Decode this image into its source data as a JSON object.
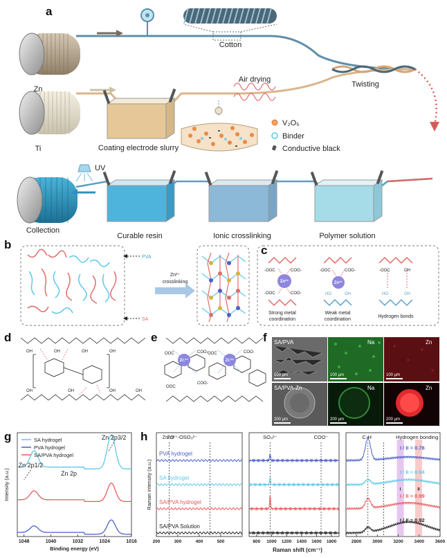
{
  "a": {
    "panel": "a",
    "cotton": "Cotton",
    "zn": "Zn",
    "ti": "Ti",
    "air_drying": "Air drying",
    "twisting": "Twisting",
    "coating": "Coating electrode slurry",
    "legend_v2o5": "V₂O₅",
    "legend_binder": "Binder",
    "legend_cb": "Conductive black",
    "uv": "UV",
    "collection": "Collection",
    "curable_resin": "Curable resin",
    "ionic": "Ionic crosslinking",
    "polymer": "Polymer solution"
  },
  "b": {
    "panel": "b",
    "pva": "PVA",
    "sa": "SA",
    "arrow1": "Zn²⁺",
    "arrow2": "crosslinking"
  },
  "c": {
    "panel": "c",
    "strong1": "Strong metal",
    "strong2": "coordination",
    "weak1": "Weak metal",
    "weak2": "coordination",
    "hbond": "Hydrogen bonds",
    "zn2": "Zn²⁺",
    "ooc": "-OOC",
    "coo": "COO-",
    "ho": "HO",
    "oh": "OH"
  },
  "d": {
    "panel": "d",
    "oh": "OH"
  },
  "e": {
    "panel": "e",
    "zn2": "Zn²⁺",
    "coo": "COO-",
    "ooc": "OOC"
  },
  "f": {
    "panel": "f",
    "row1_label": "SA/PVA",
    "row2_label": "SA/PVA-Zn",
    "na": "Na",
    "zn": "Zn",
    "scale1": "100 μm",
    "scale2": "200 μm"
  },
  "colors": {
    "sa": "#5ec8e8",
    "pva": "#4a5fc8",
    "sapva": "#e8595c",
    "solution": "#222222",
    "na_map": "#2e9e3c",
    "zn_map": "#d8262b"
  },
  "chart_data": [
    {
      "type": "line",
      "panel": "g",
      "title": "Zn 2p",
      "peak_labels": [
        "Zn 2p1/2",
        "Zn 2p3/2"
      ],
      "xlabel": "Binding energy (eV)",
      "ylabel": "Intensity (a.u.)",
      "xlim": [
        1050,
        1016
      ],
      "x_ticks": [
        1048,
        1040,
        1032,
        1024,
        1016
      ],
      "legend": "top-left",
      "series": [
        {
          "name": "SA  hydrogel",
          "color": "#5ec8e8",
          "offset": 2.2,
          "peaks": [
            [
              1045.0,
              0.55
            ],
            [
              1022.0,
              1.15
            ]
          ]
        },
        {
          "name": "PVA  hydrogel",
          "color": "#4a5fc8",
          "offset": 0.0,
          "peaks": [
            [
              1045.0,
              0.22
            ],
            [
              1022.0,
              0.48
            ]
          ]
        },
        {
          "name": "SA/PVA hydrogel",
          "color": "#e8595c",
          "offset": 1.1,
          "peaks": [
            [
              1045.0,
              0.3
            ],
            [
              1022.0,
              0.62
            ]
          ]
        }
      ]
    },
    {
      "type": "line",
      "panel": "h",
      "xlabel": "Raman shift (cm⁻¹)",
      "ylabel": "Raman intensity (a.u.)",
      "x_segments": [
        [
          200,
          600
        ],
        [
          700,
          1900
        ],
        [
          2700,
          3600
        ]
      ],
      "x_ticks": [
        200,
        300,
        400,
        500,
        800,
        1000,
        1200,
        1400,
        1600,
        1800,
        2800,
        3000,
        3200,
        3400,
        3600
      ],
      "annotations": [
        "Zn-O",
        "Zn²⁺-OSO₃²⁻",
        "SO₄²⁻",
        "COO⁻",
        "C-H",
        "Hydrogen bonding"
      ],
      "band_labels": [
        "I",
        "II"
      ],
      "ratio_prefix": "I / II = ",
      "series": [
        {
          "name": "PVA  hydrogel",
          "color": "#4a5fc8",
          "ratio": "0.78",
          "offset": 3.0,
          "peaks": [
            [
              980,
              0.3
            ],
            [
              2910,
              0.9
            ],
            [
              3300,
              0.15
            ]
          ]
        },
        {
          "name": "SA  hydrogel",
          "color": "#5ec8e8",
          "ratio": "0.94",
          "offset": 2.0,
          "peaks": [
            [
              980,
              0.35
            ],
            [
              2910,
              0.2
            ],
            [
              3300,
              0.2
            ]
          ]
        },
        {
          "name": "SA/PVA  hydrogel",
          "color": "#e8595c",
          "ratio": "0.99",
          "offset": 1.0,
          "peaks": [
            [
              980,
              0.6
            ],
            [
              2910,
              0.4
            ],
            [
              3300,
              0.25
            ]
          ]
        },
        {
          "name": "SA/PVA  Solution",
          "color": "#222222",
          "ratio": "0.92",
          "offset": 0.0,
          "peaks": [
            [
              2910,
              0.2
            ],
            [
              3300,
              0.45
            ]
          ]
        }
      ]
    }
  ]
}
